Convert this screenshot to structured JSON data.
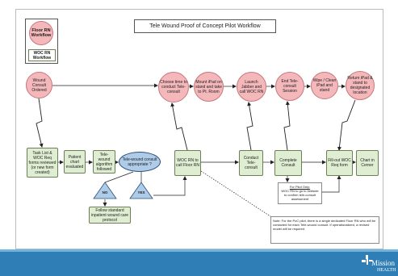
{
  "legend": {
    "floor": "Floor RN Workflow",
    "woc": "WOC RN Workflow"
  },
  "title": "Tele Wound Proof of Concept Pilot Workflow",
  "nodes": {
    "wound_consult": "Wound Consult Ordered",
    "choose_time": "Choose time to conduct Tele-consult",
    "mount_ipad": "Mount iPad on stand and take to Pt. Room",
    "launch_jabber": "Launch Jabber and call WOC RN",
    "end_session": "End Tele-consult Session",
    "wipe_clean": "Wipe / Clean iPad and stand",
    "return_ipad": "Return iPad & stand to designated location",
    "task_list": "Task List & WOC Req forms reviewed (or new form created)",
    "patient_chart": "Patient chart evaluated",
    "algorithm": "Tele-wound algorithm followed",
    "appropriate": "Tele-wound consult appropriate ?",
    "woc_call": "WOC RN to call Floor RN",
    "conduct": "Conduct Tele-consult",
    "complete": "Complete Consult",
    "fill_out": "Fill-out WOC Req form",
    "chart_cerner": "Chart in Cerner",
    "follow_standard": "Follow standard inpatient wound care protocol"
  },
  "decision": {
    "no": "NO",
    "yes": "YES"
  },
  "pilot_note": {
    "heading": "For Pilot Only:",
    "body": "WOC RN to go to bedside to confirm tele-consult assessment"
  },
  "poc_note": "Note: For the PoC pilot, there is a single dedicated Floor RN who will be contacted for each Tele-wound consult. If operationalized, a revised model will be required.",
  "logo": {
    "line1": "Mission",
    "line2": "HEALTH"
  },
  "colors": {
    "floor": "#f4b8bb",
    "woc": "#dfeed2",
    "decision": "#aecbe8",
    "footer": "#2f7fb6"
  }
}
